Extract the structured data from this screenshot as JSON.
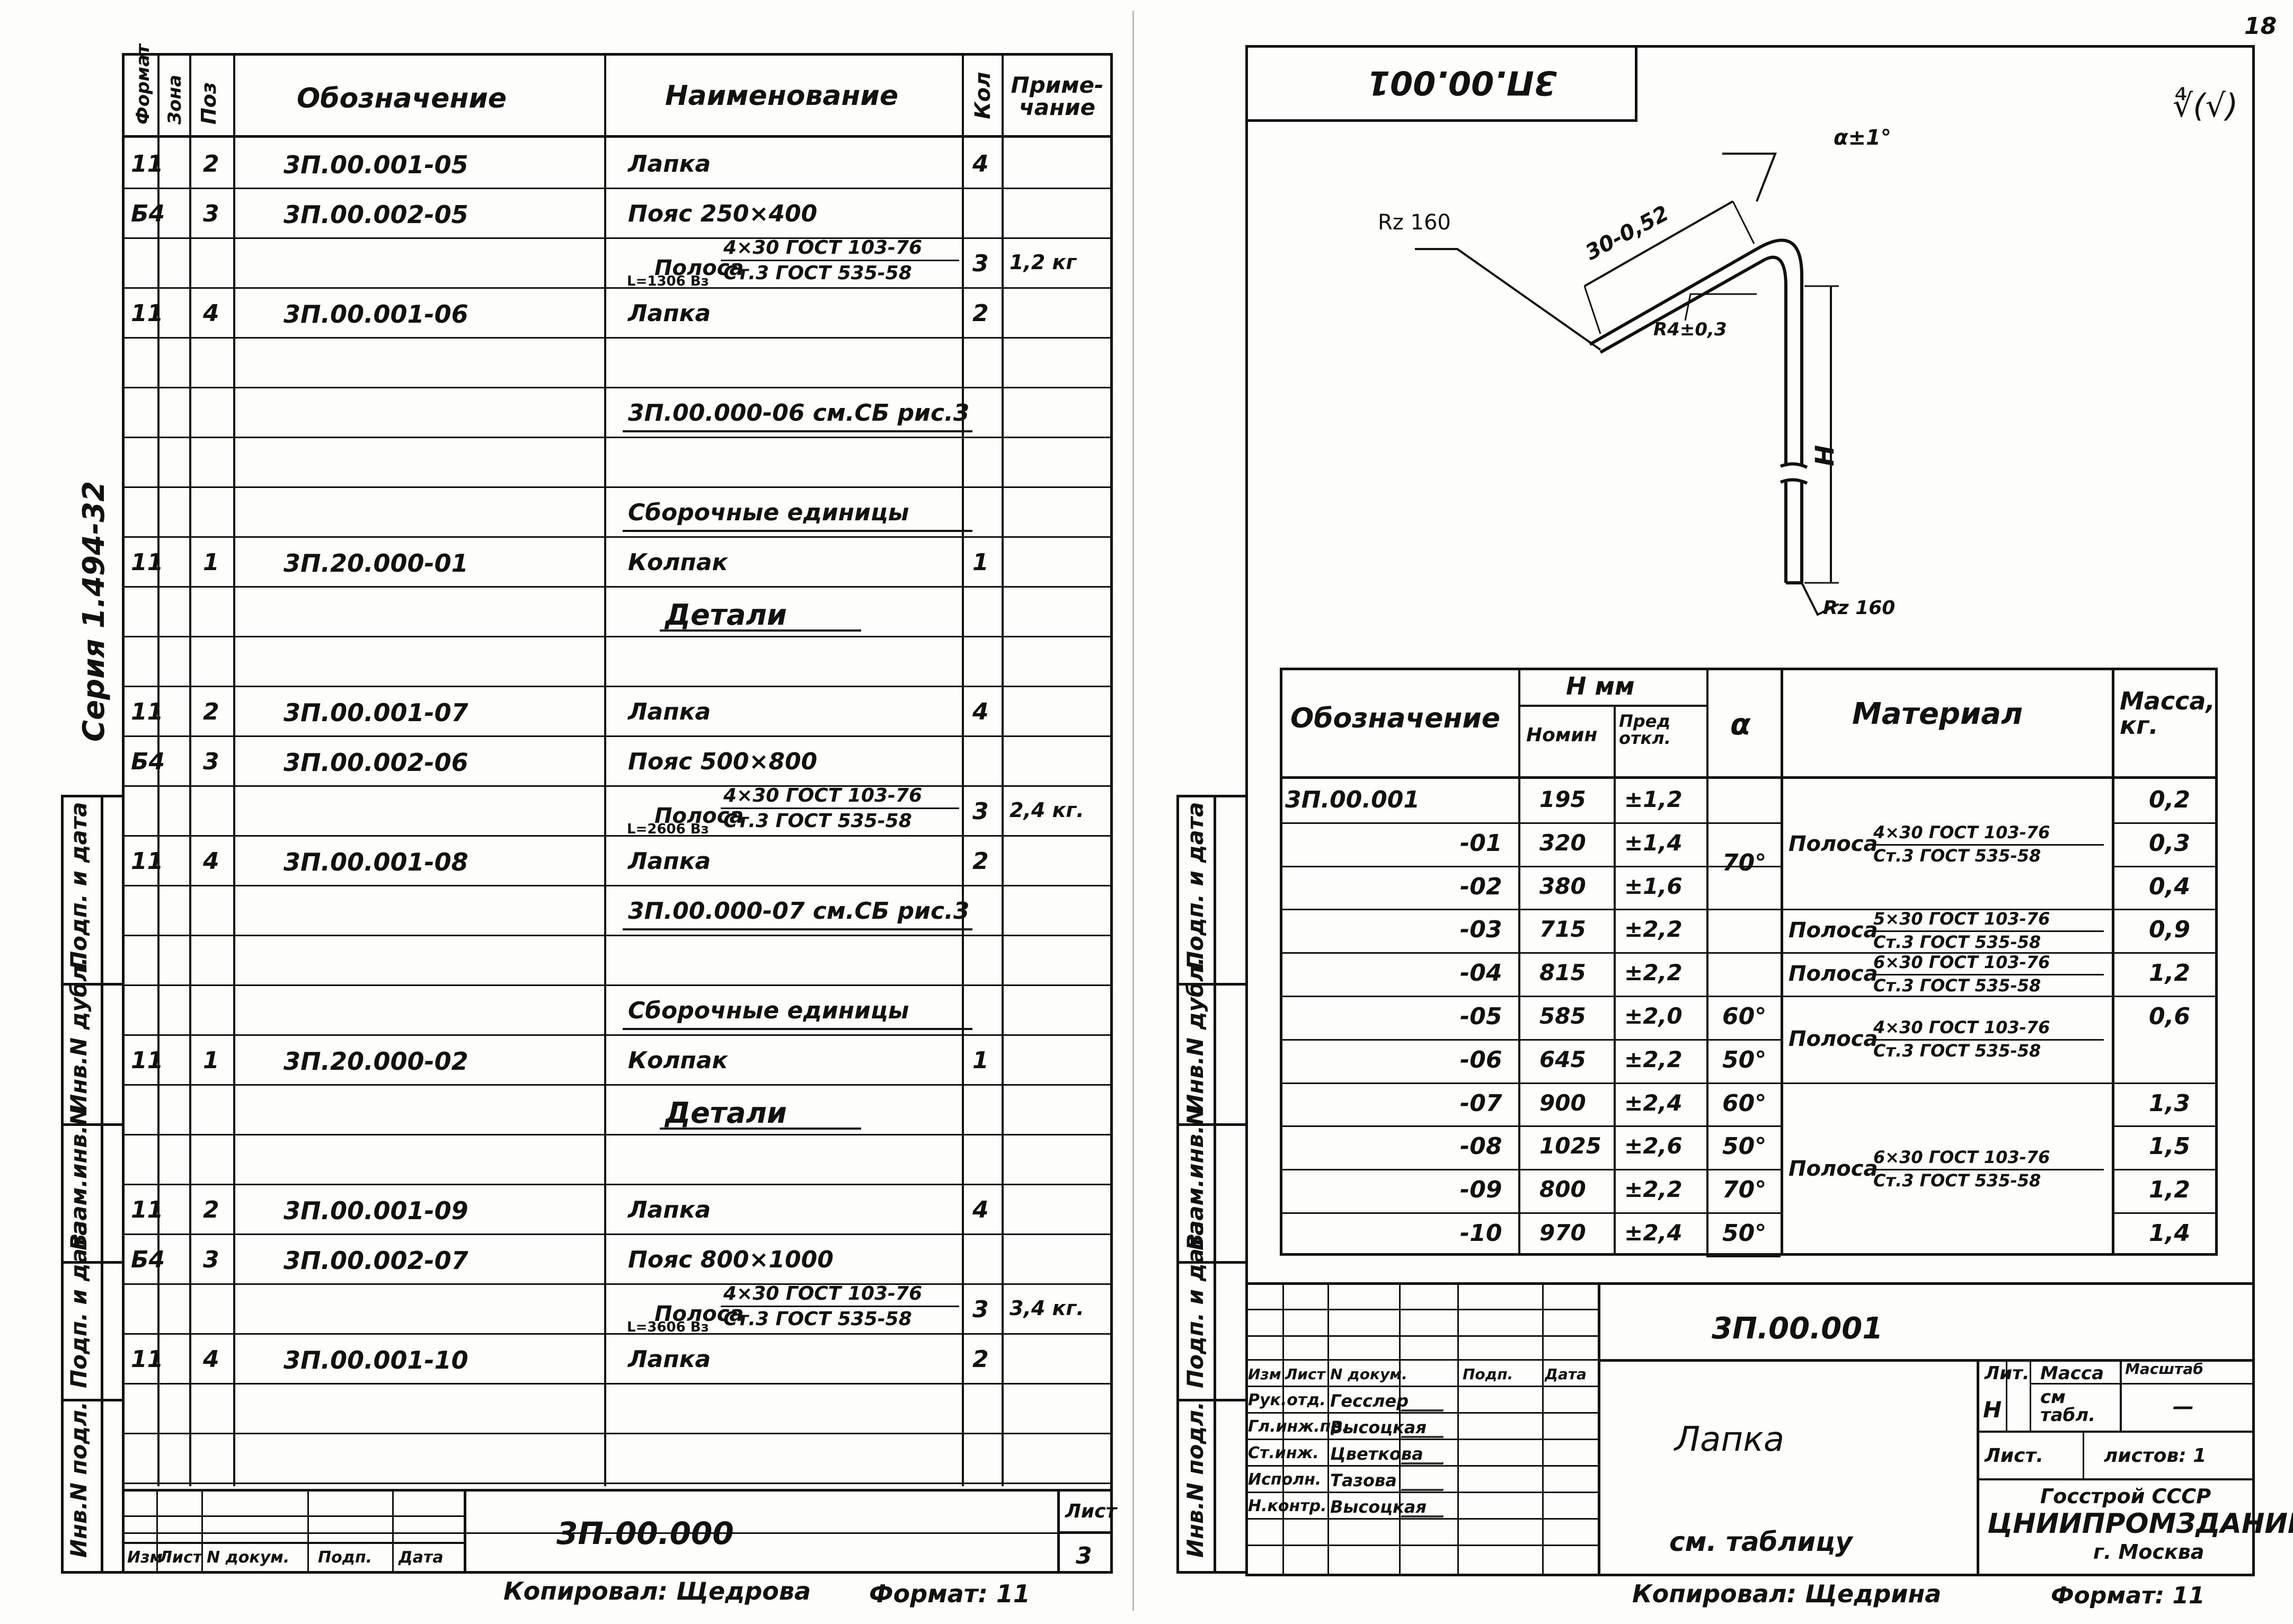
{
  "left_sheet": {
    "side_label": "Серия 1.494-32",
    "side_fields": [
      "Подп. и дата",
      "Инв.N дубл.",
      "Взам.инв.N",
      "Подп. и дата",
      "Инв.N подл."
    ],
    "headers": {
      "format": "Формат",
      "zone": "Зона",
      "pos": "Поз",
      "designation": "Обозначение",
      "name": "Наименование",
      "qty": "Кол",
      "note": "Приме-чание"
    },
    "rows": [
      {
        "format": "11",
        "pos": "2",
        "designation": "3П.00.001-05",
        "name": "Лапка",
        "qty": "4",
        "note": ""
      },
      {
        "format": "Б4",
        "pos": "3",
        "designation": "3П.00.002-05",
        "name": "Пояс 250×400",
        "qty": "",
        "note": ""
      },
      {
        "format": "",
        "pos": "",
        "designation": "",
        "name_num": "4×30 ГОСТ 103-76",
        "name_den": "Ст.3 ГОСТ 535-58",
        "name_prefix": "Полоса",
        "extra": "L=1306 Вз",
        "qty": "3",
        "note": "1,2 кг"
      },
      {
        "format": "11",
        "pos": "4",
        "designation": "3П.00.001-06",
        "name": "Лапка",
        "qty": "2",
        "note": ""
      },
      {
        "format": "",
        "pos": "",
        "designation": "",
        "name": "",
        "qty": "",
        "note": ""
      },
      {
        "format": "",
        "pos": "",
        "designation": "",
        "name": "3П.00.000-06 см.СБ рис.3",
        "qty": "",
        "note": ""
      },
      {
        "format": "",
        "pos": "",
        "designation": "",
        "name": "",
        "qty": "",
        "note": ""
      },
      {
        "format": "",
        "pos": "",
        "designation": "",
        "name": "Сборочные единицы",
        "qty": "",
        "note": ""
      },
      {
        "format": "11",
        "pos": "1",
        "designation": "3П.20.000-01",
        "name": "Колпак",
        "qty": "1",
        "note": ""
      },
      {
        "format": "",
        "pos": "",
        "designation": "",
        "name": "Детали",
        "qty": "",
        "note": ""
      },
      {
        "format": "",
        "pos": "",
        "designation": "",
        "name": "",
        "qty": "",
        "note": ""
      },
      {
        "format": "11",
        "pos": "2",
        "designation": "3П.00.001-07",
        "name": "Лапка",
        "qty": "4",
        "note": ""
      },
      {
        "format": "Б4",
        "pos": "3",
        "designation": "3П.00.002-06",
        "name": "Пояс 500×800",
        "qty": "",
        "note": ""
      },
      {
        "format": "",
        "pos": "",
        "designation": "",
        "name_num": "4×30 ГОСТ 103-76",
        "name_den": "Ст.3 ГОСТ 535-58",
        "name_prefix": "Полоса",
        "extra": "L=2606 Вз",
        "qty": "3",
        "note": "2,4 кг."
      },
      {
        "format": "11",
        "pos": "4",
        "designation": "3П.00.001-08",
        "name": "Лапка",
        "qty": "2",
        "note": ""
      },
      {
        "format": "",
        "pos": "",
        "designation": "",
        "name": "3П.00.000-07 см.СБ рис.3",
        "qty": "",
        "note": ""
      },
      {
        "format": "",
        "pos": "",
        "designation": "",
        "name": "",
        "qty": "",
        "note": ""
      },
      {
        "format": "",
        "pos": "",
        "designation": "",
        "name": "Сборочные единицы",
        "qty": "",
        "note": ""
      },
      {
        "format": "11",
        "pos": "1",
        "designation": "3П.20.000-02",
        "name": "Колпак",
        "qty": "1",
        "note": ""
      },
      {
        "format": "",
        "pos": "",
        "designation": "",
        "name": "Детали",
        "qty": "",
        "note": ""
      },
      {
        "format": "",
        "pos": "",
        "designation": "",
        "name": "",
        "qty": "",
        "note": ""
      },
      {
        "format": "11",
        "pos": "2",
        "designation": "3П.00.001-09",
        "name": "Лапка",
        "qty": "4",
        "note": ""
      },
      {
        "format": "Б4",
        "pos": "3",
        "designation": "3П.00.002-07",
        "name": "Пояс 800×1000",
        "qty": "",
        "note": ""
      },
      {
        "format": "",
        "pos": "",
        "designation": "",
        "name_num": "4×30 ГОСТ 103-76",
        "name_den": "Ст.3 ГОСТ 535-58",
        "name_prefix": "Полоса",
        "extra": "L=3606 Вз",
        "qty": "3",
        "note": "3,4 кг."
      },
      {
        "format": "11",
        "pos": "4",
        "designation": "3П.00.001-10",
        "name": "Лапка",
        "qty": "2",
        "note": ""
      },
      {
        "format": "",
        "pos": "",
        "designation": "",
        "name": "",
        "qty": "",
        "note": ""
      },
      {
        "format": "",
        "pos": "",
        "designation": "",
        "name": "",
        "qty": "",
        "note": ""
      },
      {
        "format": "",
        "pos": "",
        "designation": "",
        "name": "",
        "qty": "",
        "note": ""
      }
    ],
    "stamp": {
      "labels": [
        "Изм",
        "Лист",
        "N докум.",
        "Подп.",
        "Дата"
      ],
      "doc": "3П.00.000",
      "sheet_label": "Лист",
      "sheet_no": "3"
    },
    "copied": "Копировал: Щедрова",
    "format": "Формат: 11"
  },
  "right_sheet": {
    "corner_no": "18",
    "top_code": "3П.00.001",
    "roughness": "∜(√)",
    "drawing": {
      "angle": "α±1°",
      "len": "30-0,52",
      "radius": "R4±0,3",
      "rz_top": "Rz 160",
      "rz_bot": "Rz 160",
      "h": "H"
    },
    "side_fields": [
      "Подп. и дата",
      "Инв.N дубл.",
      "Взам.инв.N",
      "Подп. и дата",
      "Инв.N подл."
    ],
    "table": {
      "h_design": "Обозначение",
      "h_hmm": "H мм",
      "h_nom": "Номин",
      "h_dev": "Пред откл.",
      "h_alpha": "α",
      "h_mat": "Материал",
      "h_mass": "Масса, кг.",
      "rows": [
        {
          "d": "3П.00.001",
          "nom": "195",
          "dev": "±1,2",
          "mass": "0,2"
        },
        {
          "d": "-01",
          "nom": "320",
          "dev": "±1,4",
          "mass": "0,3"
        },
        {
          "d": "-02",
          "nom": "380",
          "dev": "±1,6",
          "mass": "0,4"
        },
        {
          "d": "-03",
          "nom": "715",
          "dev": "±2,2",
          "mass": "0,9"
        },
        {
          "d": "-04",
          "nom": "815",
          "dev": "±2,2",
          "mass": "1,2"
        },
        {
          "d": "-05",
          "nom": "585",
          "dev": "±2,0",
          "mass": "0,6"
        },
        {
          "d": "-06",
          "nom": "645",
          "dev": "±2,2",
          "mass": ""
        },
        {
          "d": "-07",
          "nom": "900",
          "dev": "±2,4",
          "mass": "1,3"
        },
        {
          "d": "-08",
          "nom": "1025",
          "dev": "±2,6",
          "mass": "1,5"
        },
        {
          "d": "-09",
          "nom": "800",
          "dev": "±2,2",
          "mass": "1,2"
        },
        {
          "d": "-10",
          "nom": "970",
          "dev": "±2,4",
          "mass": "1,4"
        }
      ],
      "alphas": {
        "a1": "70°",
        "a5": "60°",
        "a6": "50°",
        "a7": "60°",
        "a8": "50°",
        "a9": "70°",
        "a10": "50°"
      },
      "materials": [
        {
          "prefix": "Полоса",
          "num": "4×30 ГОСТ 103-76",
          "den": "Ст.3 ГОСТ 535-58"
        },
        {
          "prefix": "Полоса",
          "num": "5×30 ГОСТ 103-76",
          "den": "Ст.3 ГОСТ 535-58"
        },
        {
          "prefix": "Полоса",
          "num": "6×30 ГОСТ 103-76",
          "den": "Ст.3 ГОСТ 535-58"
        },
        {
          "prefix": "Полоса",
          "num": "4×30 ГОСТ 103-76",
          "den": "Ст.3 ГОСТ 535-58"
        },
        {
          "prefix": "Полоса",
          "num": "6×30 ГОСТ 103-76",
          "den": "Ст.3 ГОСТ 535-58"
        }
      ]
    },
    "title_block": {
      "doc": "3П.00.001",
      "name": "Лапка",
      "material": "см. таблицу",
      "hdr": [
        "Изм",
        "Лист",
        "N докум.",
        "Подп.",
        "Дата"
      ],
      "people": [
        {
          "role": "Рук.отд.",
          "name": "Гесслер"
        },
        {
          "role": "Гл.инж.пр.",
          "name": "Высоцкая"
        },
        {
          "role": "Ст.инж.",
          "name": "Цветкова"
        },
        {
          "role": "Исполн.",
          "name": "Тазова"
        },
        {
          "role": "Н.контр.",
          "name": "Высоцкая"
        }
      ],
      "lit": "Лит.",
      "mass": "Масса",
      "scale": "Масштаб",
      "lit_val": "Н",
      "mass_val": "см табл.",
      "scale_val": "—",
      "sheet": "Лист.",
      "sheets": "листов: 1",
      "org1": "Госстрой СССР",
      "org2": "ЦНИИПРОМЗДАНИЙ",
      "org3": "г. Москва"
    },
    "copied": "Копировал: Щедрина",
    "format": "Формат: 11"
  }
}
